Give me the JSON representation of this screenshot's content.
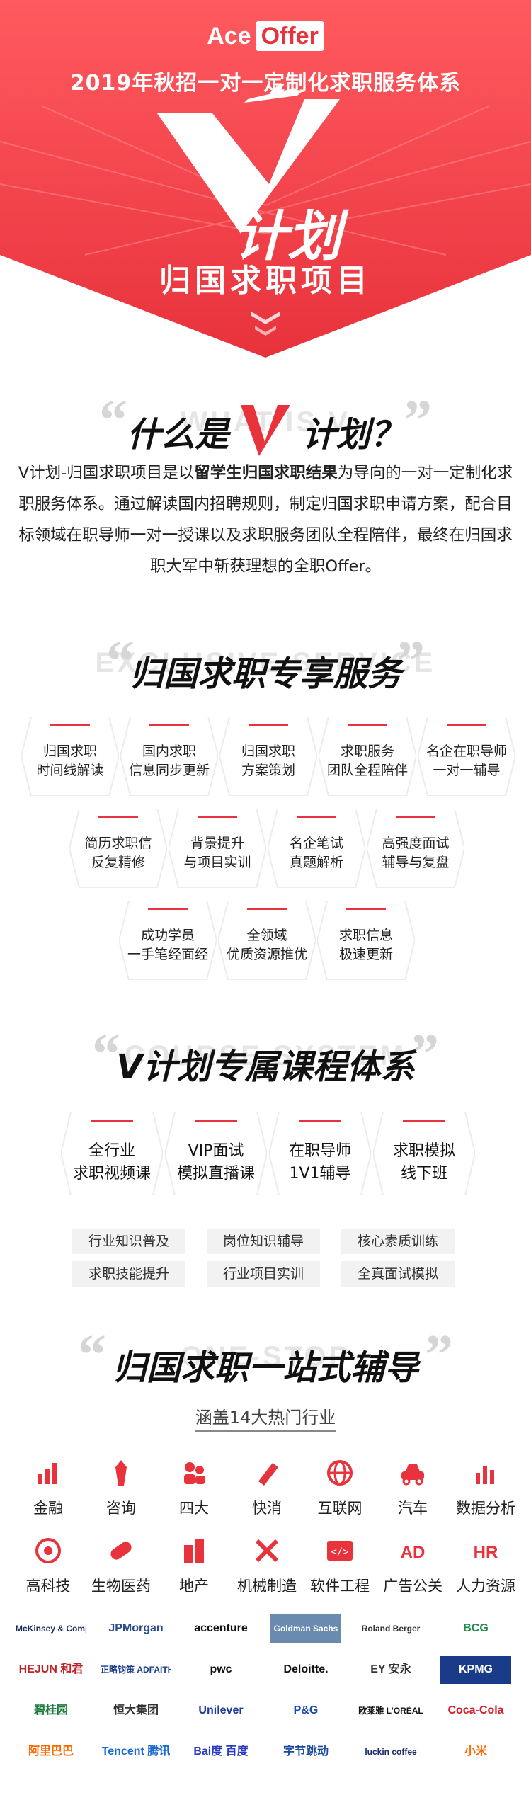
{
  "header": {
    "brand_ace": "Ace",
    "brand_offer": "Offer",
    "subtitle": "2019年秋招一对一定制化求职服务体系",
    "plan_suffix": "计划",
    "plan_name": "归国求职项目"
  },
  "what": {
    "title_prefix": "什么是",
    "title_suffix": "计划？",
    "bg_text": "WHAT IS V",
    "intro_pre": "V计划-归国求职项目是以",
    "intro_bold": "留学生归国求职结果",
    "intro_post": "为导向的一对一定制化求职服务体系。通过解读国内招聘规则，制定归国求职申请方案，配合目标领域在职导师一对一授课以及求职服务团队全程陪伴，最终在归国求职大军中斩获理想的全职Offer。"
  },
  "services": {
    "title": "归国求职专享服务",
    "bg_text": "EXCLUSIVE SERVICE",
    "items": [
      {
        "l1": "归国求职",
        "l2": "时间线解读"
      },
      {
        "l1": "国内求职",
        "l2": "信息同步更新"
      },
      {
        "l1": "归国求职",
        "l2": "方案策划"
      },
      {
        "l1": "求职服务",
        "l2": "团队全程陪伴"
      },
      {
        "l1": "名企在职导师",
        "l2": "一对一辅导"
      },
      {
        "l1": "简历求职信",
        "l2": "反复精修"
      },
      {
        "l1": "背景提升",
        "l2": "与项目实训"
      },
      {
        "l1": "名企笔试",
        "l2": "真题解析"
      },
      {
        "l1": "高强度面试",
        "l2": "辅导与复盘"
      },
      {
        "l1": "成功学员",
        "l2": "一手笔经面经"
      },
      {
        "l1": "全领域",
        "l2": "优质资源推优"
      },
      {
        "l1": "求职信息",
        "l2": "极速更新"
      }
    ]
  },
  "courses": {
    "title": "计划专属课程体系",
    "bg_text": "COURSE SYSTEM",
    "items": [
      {
        "l1": "全行业",
        "l2": "求职视频课"
      },
      {
        "l1": "VIP面试",
        "l2": "模拟直播课"
      },
      {
        "l1": "在职导师",
        "l2": "1V1辅导"
      },
      {
        "l1": "求职模拟",
        "l2": "线下班"
      }
    ],
    "tags": [
      "行业知识普及",
      "岗位知识辅导",
      "核心素质训练",
      "求职技能提升",
      "行业项目实训",
      "全真面试模拟"
    ]
  },
  "onestop": {
    "title": "归国求职一站式辅导",
    "bg_text": "ONE-STOP",
    "coverage": "涵盖14大热门行业",
    "industries": [
      {
        "label": "金融",
        "icon": "finance-icon"
      },
      {
        "label": "咨询",
        "icon": "consulting-icon"
      },
      {
        "label": "四大",
        "icon": "big-four-icon"
      },
      {
        "label": "快消",
        "icon": "fmcg-icon"
      },
      {
        "label": "互联网",
        "icon": "internet-icon"
      },
      {
        "label": "汽车",
        "icon": "car-icon"
      },
      {
        "label": "数据分析",
        "icon": "data-analysis-icon"
      },
      {
        "label": "高科技",
        "icon": "hightech-icon"
      },
      {
        "label": "生物医药",
        "icon": "biomedicine-icon"
      },
      {
        "label": "地产",
        "icon": "real-estate-icon"
      },
      {
        "label": "机械制造",
        "icon": "manufacturing-icon"
      },
      {
        "label": "软件工程",
        "icon": "software-icon"
      },
      {
        "label": "广告公关",
        "icon": "advertising-icon"
      },
      {
        "label": "人力资源",
        "icon": "hr-icon"
      }
    ],
    "logos": [
      {
        "text": "McKinsey & Company",
        "color": "#1a2a5a"
      },
      {
        "text": "JPMorgan",
        "color": "#2a4a8a"
      },
      {
        "text": "accenture",
        "color": "#111111"
      },
      {
        "text": "Goldman Sachs",
        "color": "#ffffff"
      },
      {
        "text": "Roland Berger",
        "color": "#333333"
      },
      {
        "text": "BCG",
        "color": "#1e8a4a"
      },
      {
        "text": "HEJUN 和君",
        "color": "#c0222a"
      },
      {
        "text": "正略钧策 ADFAITH",
        "color": "#1a3a8a"
      },
      {
        "text": "pwc",
        "color": "#111111"
      },
      {
        "text": "Deloitte.",
        "color": "#111111"
      },
      {
        "text": "EY 安永",
        "color": "#333333"
      },
      {
        "text": "KPMG",
        "color": "#ffffff"
      },
      {
        "text": "碧桂园",
        "color": "#1a7a3a"
      },
      {
        "text": "恒大集团",
        "color": "#333333"
      },
      {
        "text": "Unilever",
        "color": "#1a3a9a"
      },
      {
        "text": "P&G",
        "color": "#1a4ab0"
      },
      {
        "text": "欧莱雅 L'ORÉAL",
        "color": "#111111"
      },
      {
        "text": "Coca-Cola",
        "color": "#d3202a"
      },
      {
        "text": "阿里巴巴",
        "color": "#ff6a00"
      },
      {
        "text": "Tencent 腾讯",
        "color": "#1a6ad0"
      },
      {
        "text": "Bai度 百度",
        "color": "#2a3ac0"
      },
      {
        "text": "字节跳动",
        "color": "#1a4a9a"
      },
      {
        "text": "luckin coffee",
        "color": "#1a2a6a"
      },
      {
        "text": "小米",
        "color": "#ff6900"
      }
    ]
  }
}
